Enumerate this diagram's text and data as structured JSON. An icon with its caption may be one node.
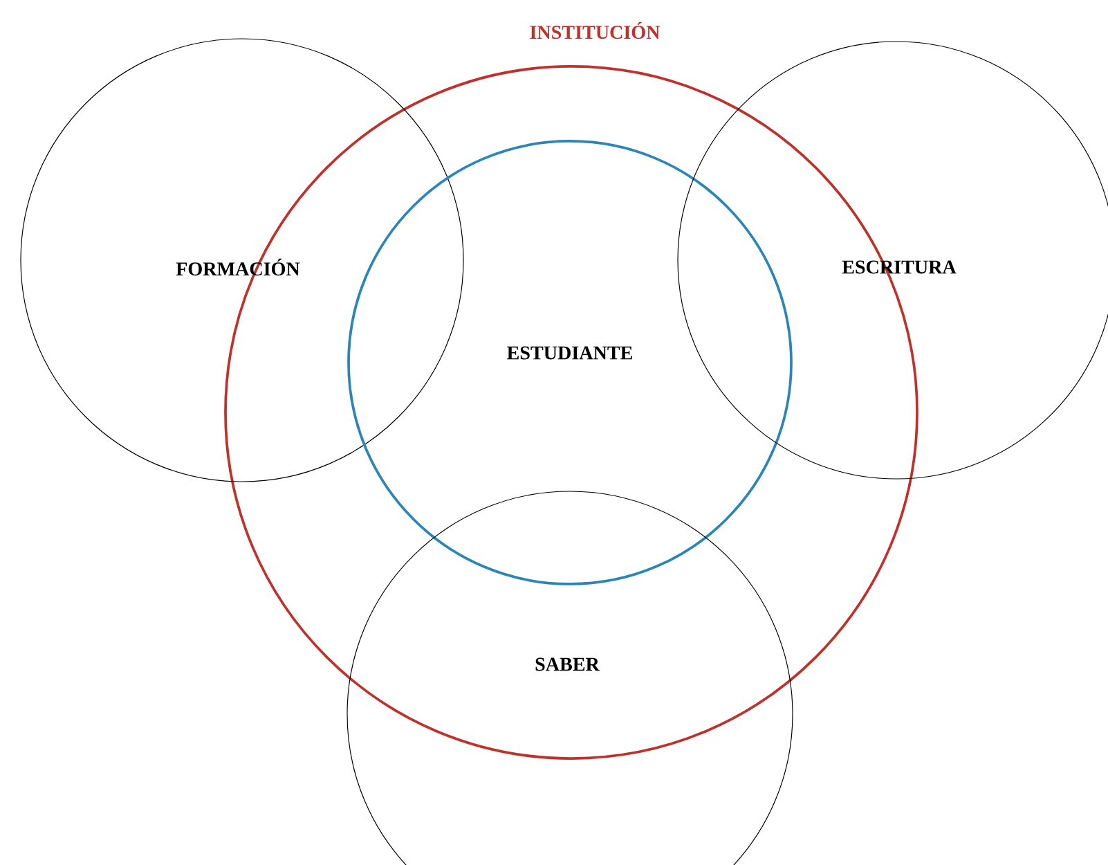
{
  "diagram": {
    "nodes": [
      {
        "text": [
          "INSTITUCIÓN"
        ]
      },
      {
        "text": [
          "FORMACIÓN"
        ]
      },
      {
        "text": [
          "ESTUDIANTE"
        ],
        "in": 0
      },
      {
        "text": [
          "ESCRITURA"
        ]
      },
      {
        "text": [
          "SABER"
        ]
      }
    ]
  }
}
